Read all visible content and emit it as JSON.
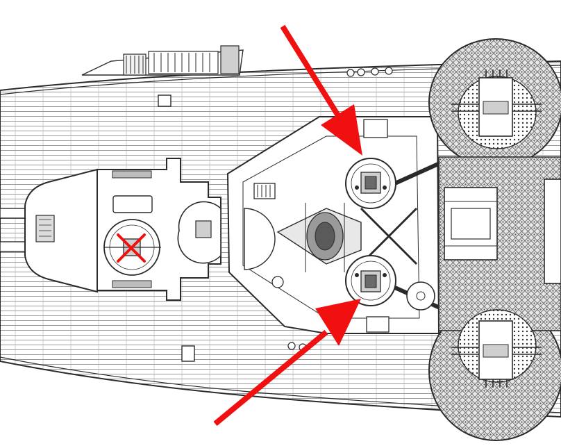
{
  "diagram": {
    "kind": "warship-deck-plan",
    "background_color": "#ffffff",
    "line_color": "#2a2a2a",
    "plank_color": "#9a9a9a",
    "highlight_color": "#f01010",
    "annotations": {
      "arrows": [
        {
          "name": "arrow-to-upper-gun-mount",
          "points_to": "upper-gun-mount"
        },
        {
          "name": "arrow-to-lower-gun-mount",
          "points_to": "lower-gun-mount"
        }
      ],
      "cross_mark": {
        "name": "cross-mark-over-mount",
        "marks": "forward-round-mount"
      }
    }
  }
}
